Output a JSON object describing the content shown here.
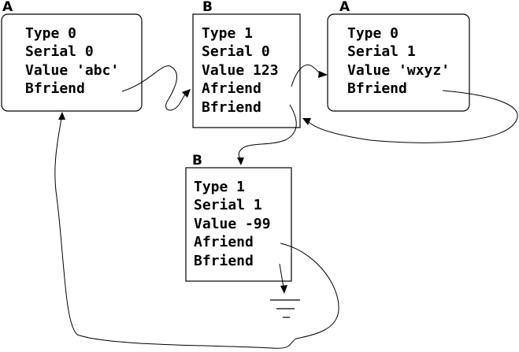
{
  "nodes": [
    {
      "id": "a0",
      "label": "A",
      "fields": [
        "Type 0",
        "Serial 0",
        "Value 'abc'",
        "Bfriend"
      ]
    },
    {
      "id": "b0",
      "label": "B",
      "fields": [
        "Type 1",
        "Serial 0",
        "Value 123",
        "Afriend",
        "Bfriend"
      ]
    },
    {
      "id": "a1",
      "label": "A",
      "fields": [
        "Type 0",
        "Serial 1",
        "Value 'wxyz'",
        "Bfriend"
      ]
    },
    {
      "id": "b1",
      "label": "B",
      "fields": [
        "Type 1",
        "Serial 1",
        "Value -99",
        "Afriend",
        "Bfriend"
      ]
    }
  ],
  "links": [
    {
      "from": "a0.Bfriend",
      "to": "b0"
    },
    {
      "from": "b0.Afriend",
      "to": "a1"
    },
    {
      "from": "b0.Bfriend",
      "to": "b1"
    },
    {
      "from": "a1.Bfriend",
      "to": "b0"
    },
    {
      "from": "b1.Afriend",
      "to": "a0"
    },
    {
      "from": "b1.Bfriend",
      "to": "null"
    }
  ]
}
